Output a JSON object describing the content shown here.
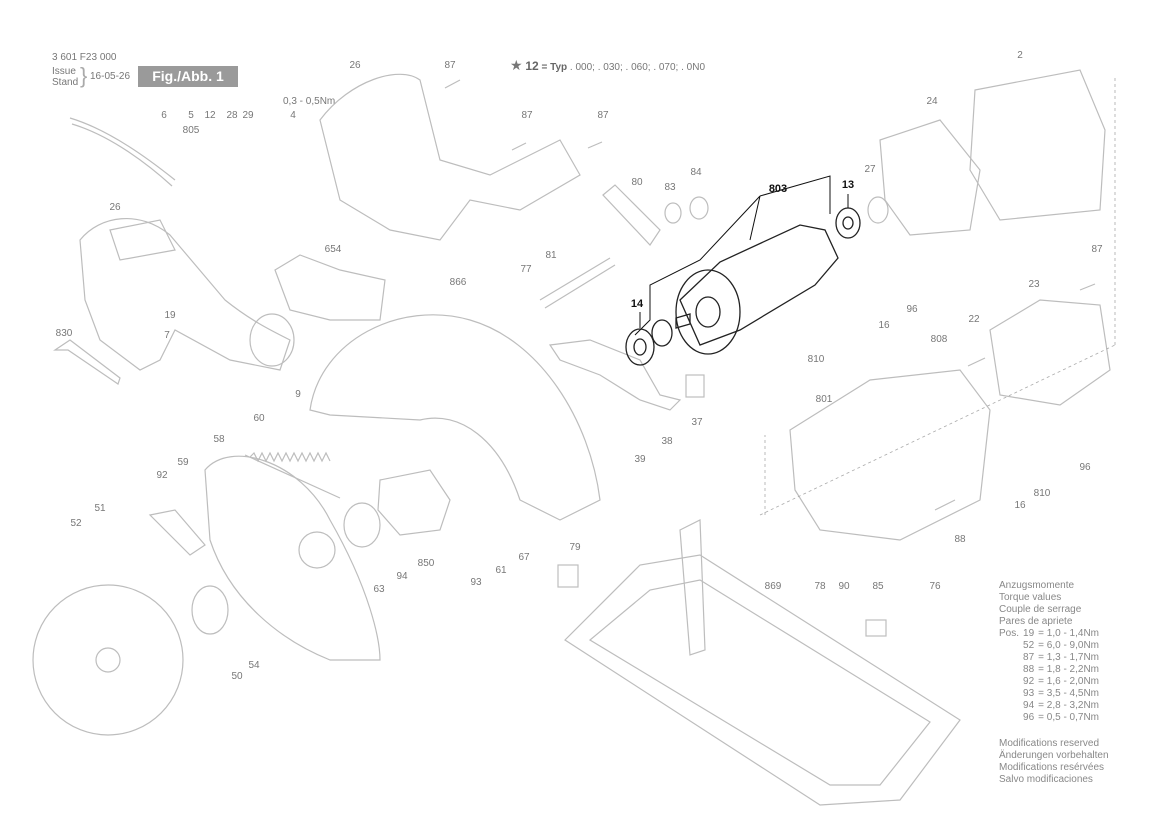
{
  "header": {
    "doc_number": "3 601 F23 000",
    "issue_label": "Issue",
    "stand_label": "Stand",
    "date": "16-05-26",
    "fig_label": "Fig./Abb. 1",
    "torque_note": "0,3 - 0,5Nm"
  },
  "type_note": {
    "star_ref": "12",
    "typ_label": "= Typ",
    "variants": ". 000; . 030; . 060; . 070; . 0N0"
  },
  "highlighted_parts": [
    "803",
    "13",
    "14"
  ],
  "labels": [
    {
      "id": "l_2",
      "text": "2"
    },
    {
      "id": "l_24",
      "text": "24"
    },
    {
      "id": "l_26a",
      "text": "26"
    },
    {
      "id": "l_26b",
      "text": "26"
    },
    {
      "id": "l_87a",
      "text": "87"
    },
    {
      "id": "l_87b",
      "text": "87"
    },
    {
      "id": "l_87c",
      "text": "87"
    },
    {
      "id": "l_87d",
      "text": "87"
    },
    {
      "id": "l_6",
      "text": "6"
    },
    {
      "id": "l_5",
      "text": "5"
    },
    {
      "id": "l_805",
      "text": "805"
    },
    {
      "id": "l_12",
      "text": "12"
    },
    {
      "id": "l_28",
      "text": "28"
    },
    {
      "id": "l_29",
      "text": "29"
    },
    {
      "id": "l_4",
      "text": "4"
    },
    {
      "id": "l_80",
      "text": "80"
    },
    {
      "id": "l_83",
      "text": "83"
    },
    {
      "id": "l_84",
      "text": "84"
    },
    {
      "id": "l_27",
      "text": "27"
    },
    {
      "id": "l_654",
      "text": "654"
    },
    {
      "id": "l_81",
      "text": "81"
    },
    {
      "id": "l_77",
      "text": "77"
    },
    {
      "id": "l_866",
      "text": "866"
    },
    {
      "id": "l_19",
      "text": "19"
    },
    {
      "id": "l_7",
      "text": "7"
    },
    {
      "id": "l_830",
      "text": "830"
    },
    {
      "id": "l_23",
      "text": "23"
    },
    {
      "id": "l_96a",
      "text": "96"
    },
    {
      "id": "l_96b",
      "text": "96"
    },
    {
      "id": "l_16a",
      "text": "16"
    },
    {
      "id": "l_16b",
      "text": "16"
    },
    {
      "id": "l_22",
      "text": "22"
    },
    {
      "id": "l_810a",
      "text": "810"
    },
    {
      "id": "l_810b",
      "text": "810"
    },
    {
      "id": "l_808",
      "text": "808"
    },
    {
      "id": "l_801",
      "text": "801"
    },
    {
      "id": "l_9",
      "text": "9"
    },
    {
      "id": "l_37",
      "text": "37"
    },
    {
      "id": "l_38",
      "text": "38"
    },
    {
      "id": "l_39",
      "text": "39"
    },
    {
      "id": "l_60",
      "text": "60"
    },
    {
      "id": "l_58",
      "text": "58"
    },
    {
      "id": "l_92",
      "text": "92"
    },
    {
      "id": "l_59",
      "text": "59"
    },
    {
      "id": "l_51",
      "text": "51"
    },
    {
      "id": "l_52",
      "text": "52"
    },
    {
      "id": "l_63",
      "text": "63"
    },
    {
      "id": "l_94",
      "text": "94"
    },
    {
      "id": "l_850",
      "text": "850"
    },
    {
      "id": "l_93",
      "text": "93"
    },
    {
      "id": "l_61",
      "text": "61"
    },
    {
      "id": "l_67",
      "text": "67"
    },
    {
      "id": "l_79",
      "text": "79"
    },
    {
      "id": "l_88",
      "text": "88"
    },
    {
      "id": "l_869",
      "text": "869"
    },
    {
      "id": "l_78",
      "text": "78"
    },
    {
      "id": "l_90",
      "text": "90"
    },
    {
      "id": "l_85",
      "text": "85"
    },
    {
      "id": "l_76",
      "text": "76"
    },
    {
      "id": "l_50",
      "text": "50"
    },
    {
      "id": "l_54",
      "text": "54"
    },
    {
      "id": "l_803",
      "text": "803"
    },
    {
      "id": "l_13",
      "text": "13"
    },
    {
      "id": "l_14",
      "text": "14"
    }
  ],
  "torque_table": {
    "lines": [
      "Anzugsmomente",
      "Torque values",
      "Couple de serrage",
      "Pares de apriete"
    ],
    "pos_label": "Pos.",
    "rows": [
      {
        "pos": "19",
        "value": "= 1,0 - 1,4Nm"
      },
      {
        "pos": "52",
        "value": "= 6,0 - 9,0Nm"
      },
      {
        "pos": "87",
        "value": "= 1,3 - 1,7Nm"
      },
      {
        "pos": "88",
        "value": "= 1,8 - 2,2Nm"
      },
      {
        "pos": "92",
        "value": "= 1,6 - 2,0Nm"
      },
      {
        "pos": "93",
        "value": "= 3,5 - 4,5Nm"
      },
      {
        "pos": "94",
        "value": "= 2,8 - 3,2Nm"
      },
      {
        "pos": "96",
        "value": "= 0,5 - 0,7Nm"
      }
    ]
  },
  "modifications": [
    "Modifications reserved",
    "Änderungen vorbehalten",
    "Modifications resérvées",
    "Salvo modificaciones"
  ]
}
